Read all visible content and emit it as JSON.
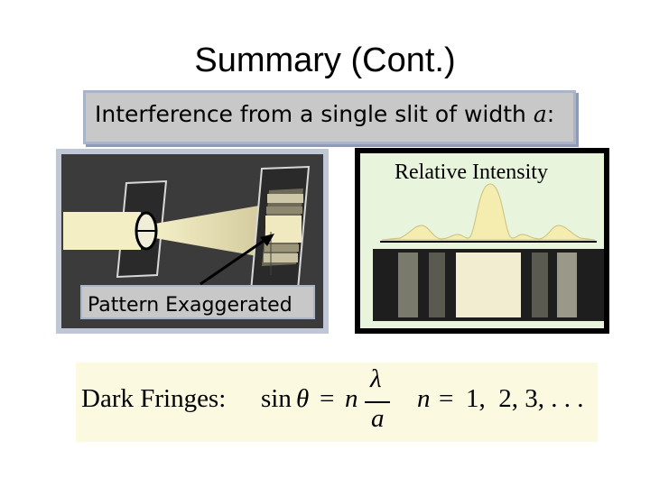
{
  "slide": {
    "title": "Summary (Cont.)",
    "caption": {
      "text": "Interference from a single slit of width ",
      "variable": "a",
      "suffix": ":"
    }
  },
  "left_figure": {
    "label": "Pattern Exaggerated"
  },
  "right_figure": {
    "label": "Relative Intensity"
  },
  "formula": {
    "prefix": "Dark Fringes:",
    "sin": "sin",
    "theta": "θ",
    "equals": "=",
    "n": "n",
    "lambda": "λ",
    "a": "a",
    "n2": "n",
    "equals2": "=",
    "values": "1,  2, 3, . . ."
  },
  "colors": {
    "panel_dark": "#3a3a3a",
    "beam_light": "#f4eec4",
    "intensity_bg": "#e8f4dc",
    "formula_bg": "#fbf9e0",
    "caption_bg": "#c8c8c8"
  }
}
